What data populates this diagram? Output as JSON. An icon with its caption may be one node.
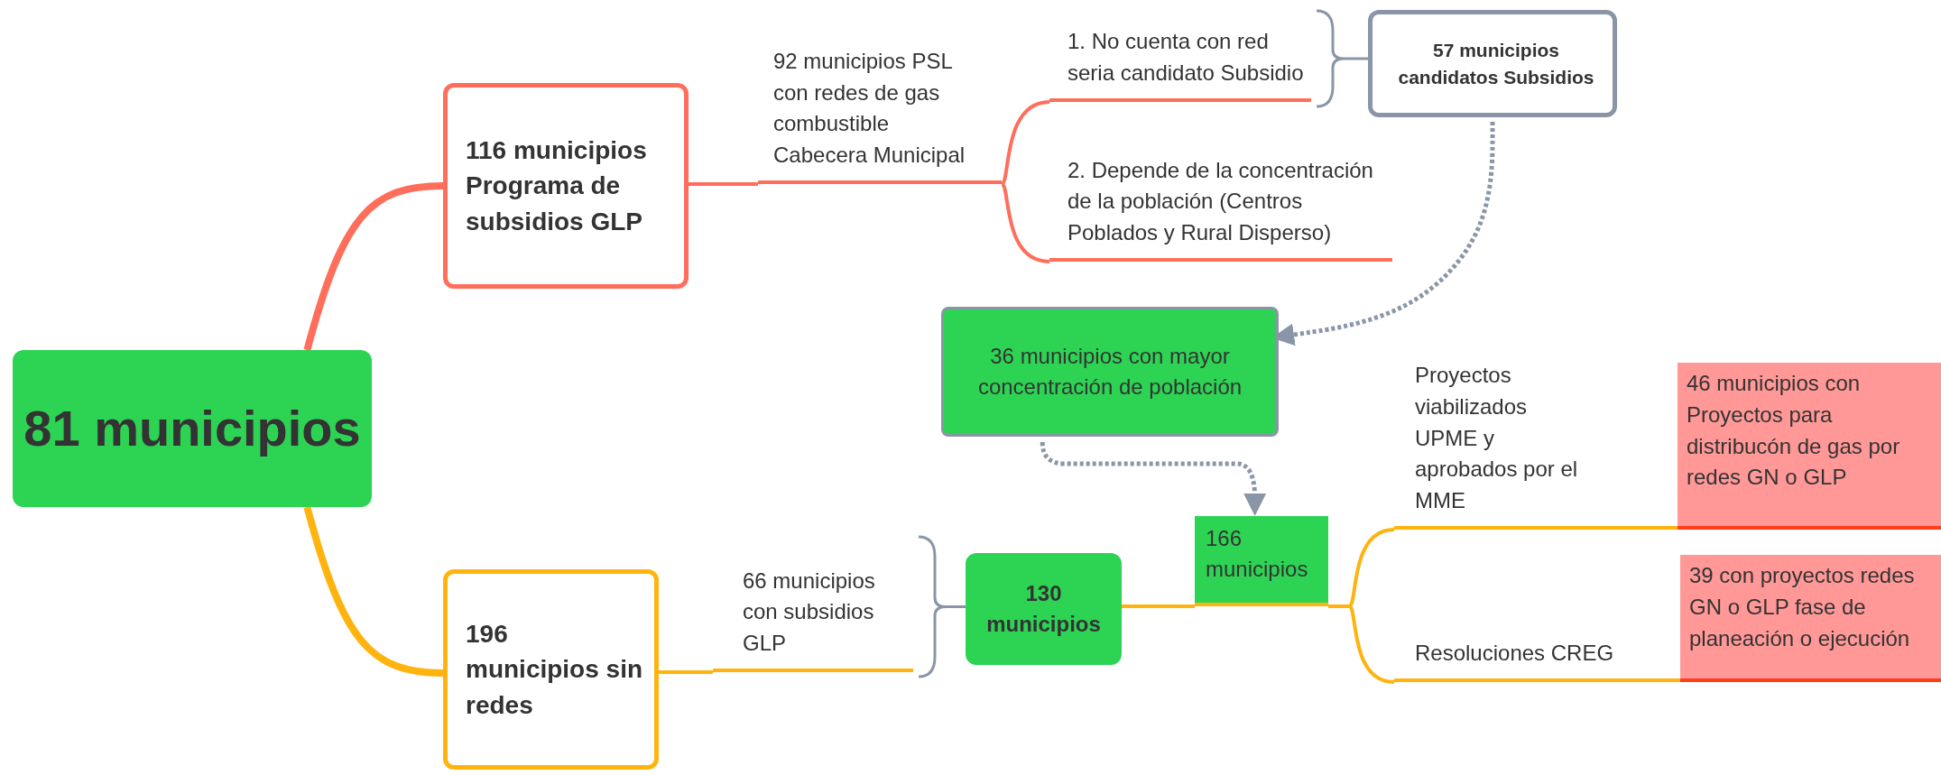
{
  "diagram": {
    "nodes": [
      {
        "text": [
          "81 municipios"
        ]
      },
      {
        "text": [
          "116 municipios Programa de subsidios GLP"
        ]
      },
      {
        "text": [
          "92 municipios PSL con redes de gas combustible Cabecera Municipal"
        ]
      },
      {
        "text": [
          "1. No cuenta con red seria candidato Subsidio"
        ]
      },
      {
        "text": [
          "2. Depende de la concentración de la población (Centros Poblados y Rural Disperso)"
        ]
      },
      {
        "text": [
          "57 municipios candidatos Subsidios"
        ]
      },
      {
        "text": [
          "36 municipios con mayor concentración de población"
        ]
      },
      {
        "text": [
          "196 municipios sin redes"
        ]
      },
      {
        "text": [
          "66 municipios con subsidios GLP"
        ]
      },
      {
        "text": [
          "130 municipios"
        ]
      },
      {
        "text": [
          "166 municipios"
        ]
      },
      {
        "text": [
          "Proyectos viabilizados UPME y aprobados por el MME"
        ]
      },
      {
        "text": [
          "46 municipios con Proyectos para distribucón de gas por redes GN o GLP"
        ]
      },
      {
        "text": [
          "Resoluciones CREG"
        ]
      },
      {
        "text": [
          "39 con proyectos redes GN o GLP fase de planeación o ejecución"
        ]
      }
    ],
    "edges": [
      {
        "from": 0,
        "to": 1,
        "arrow": "none",
        "style": "thick",
        "color": "#ff6e5a"
      },
      {
        "from": 1,
        "to": 2,
        "arrow": "none",
        "color": "#ff6e5a"
      },
      {
        "from": 2,
        "to": 3,
        "arrow": "none",
        "color": "#ff6e5a"
      },
      {
        "from": 2,
        "to": 4,
        "arrow": "none",
        "color": "#ff6e5a"
      },
      {
        "from": 3,
        "to": 5,
        "arrow": "none",
        "color": "#8a96a8"
      },
      {
        "from": 5,
        "to": 6,
        "arrow": "to",
        "style": "dashed",
        "color": "#8a96a8"
      },
      {
        "from": 6,
        "to": 10,
        "arrow": "to",
        "style": "dashed",
        "color": "#8a96a8"
      },
      {
        "from": 0,
        "to": 7,
        "arrow": "none",
        "style": "thick"
      },
      {
        "from": 7,
        "to": 8,
        "arrow": "none"
      },
      {
        "from": 8,
        "to": 9,
        "arrow": "none",
        "color": "#8a96a8"
      },
      {
        "from": 9,
        "to": 10,
        "arrow": "none"
      },
      {
        "from": 10,
        "to": 11,
        "arrow": "none"
      },
      {
        "from": 10,
        "to": 13,
        "arrow": "none"
      }
    ]
  }
}
